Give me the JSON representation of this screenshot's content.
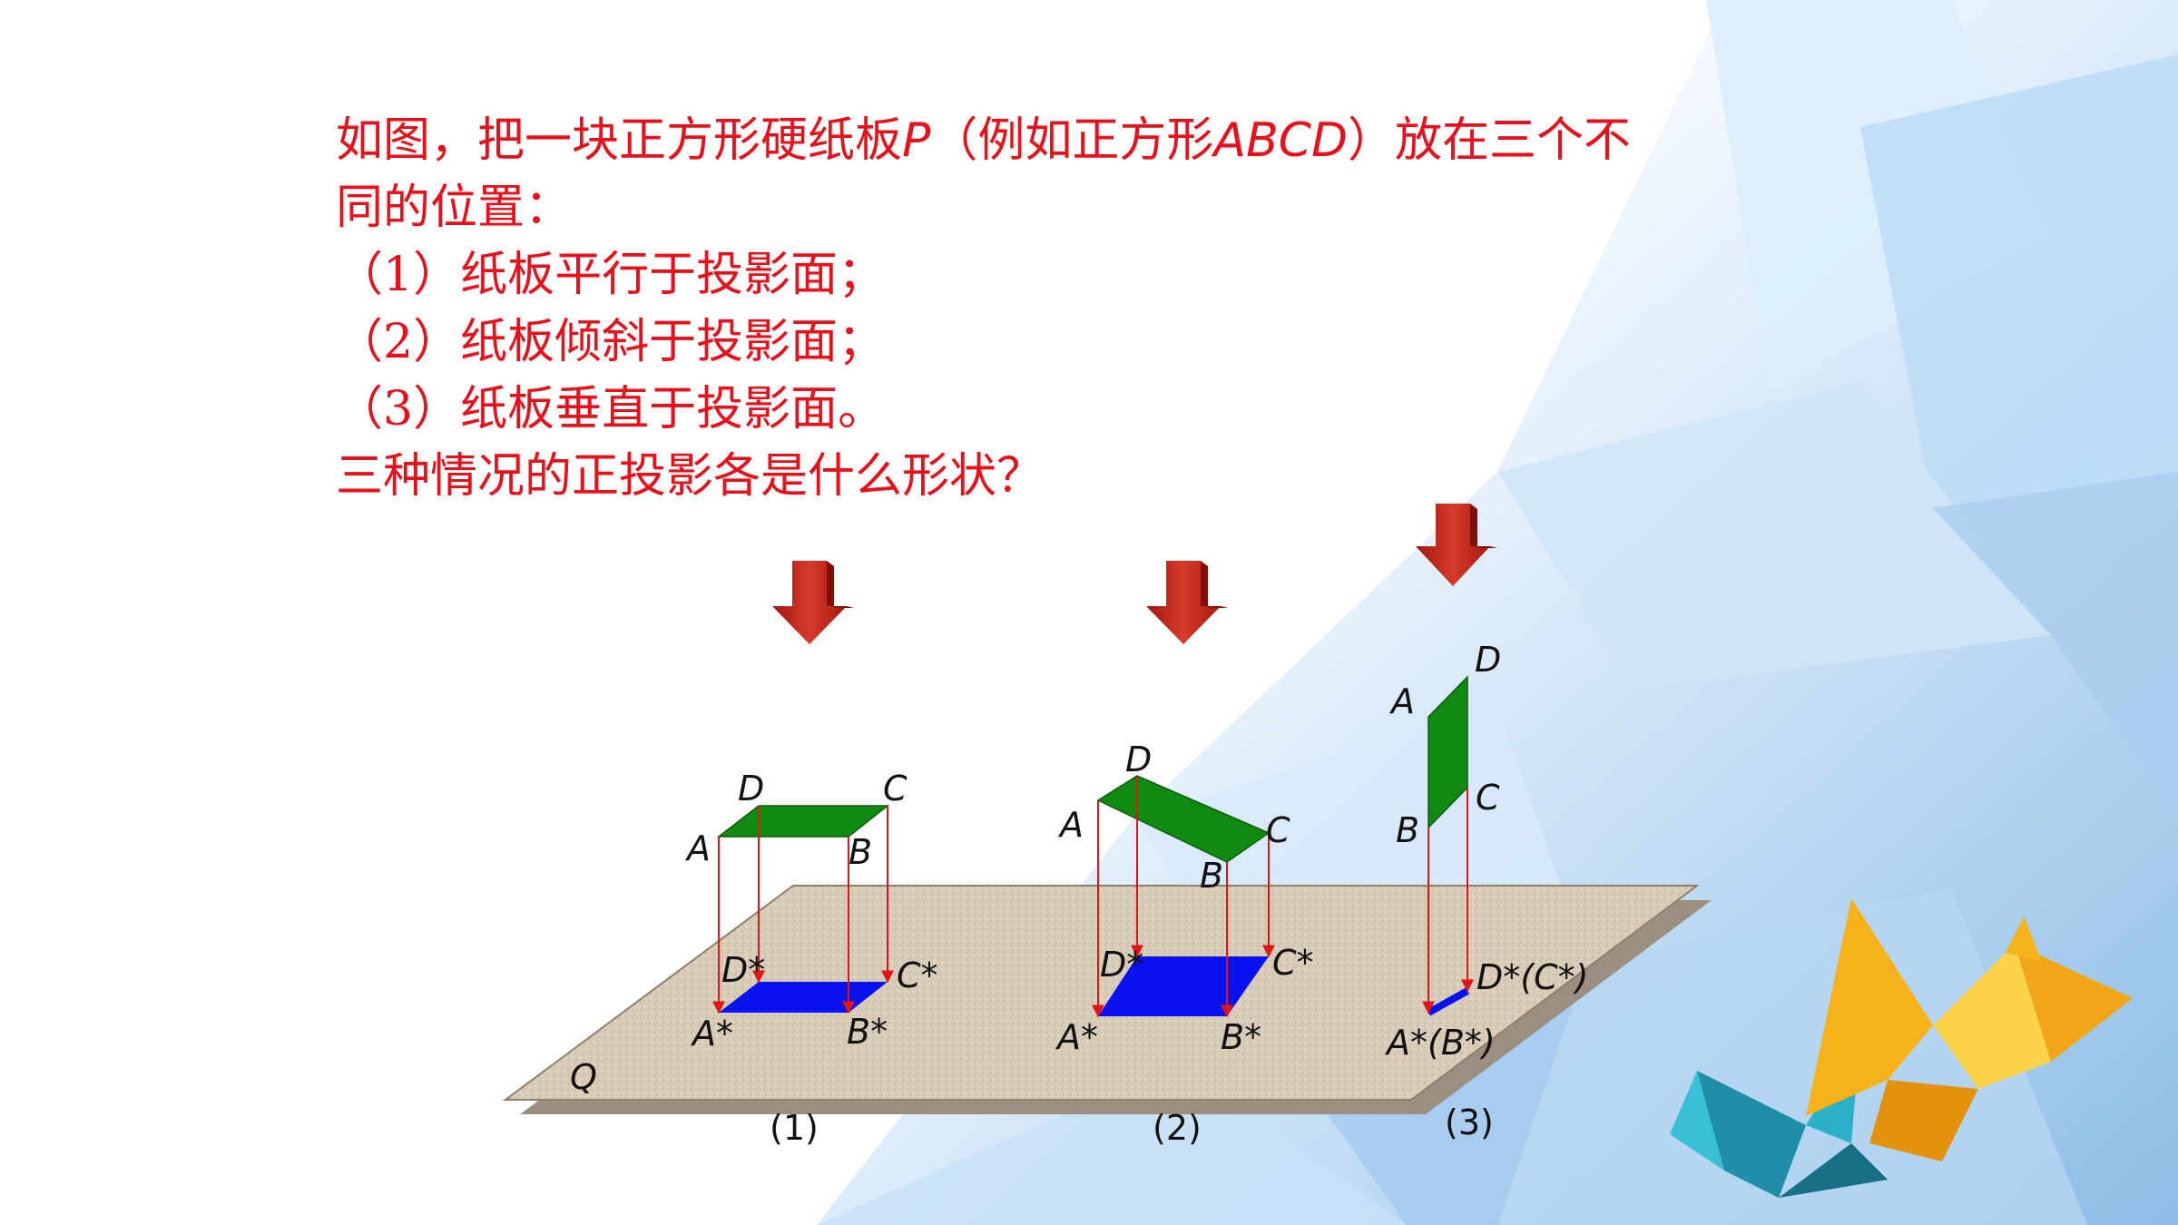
{
  "problem": {
    "line1_a": "如图，把一块正方形硬纸板",
    "line1_p": "P",
    "line1_b": "（例如正方形",
    "line1_abcd": "ABCD",
    "line1_c": "）放在三个不",
    "line2": "同的位置：",
    "item1": "（1）纸板平行于投影面；",
    "item2": "（2）纸板倾斜于投影面；",
    "item3": "（3）纸板垂直于投影面。",
    "question": "三种情况的正投影各是什么形状？"
  },
  "plane_label": "Q",
  "cases": [
    {
      "caption": "(1)",
      "labels": {
        "A": "A",
        "B": "B",
        "C": "C",
        "D": "D",
        "A_star": "A*",
        "B_star": "B*",
        "C_star": "C*",
        "D_star": "D*"
      }
    },
    {
      "caption": "(2)",
      "labels": {
        "A": "A",
        "B": "B",
        "C": "C",
        "D": "D",
        "A_star": "A*",
        "B_star": "B*",
        "C_star": "C*",
        "D_star": "D*"
      }
    },
    {
      "caption": "(3)",
      "labels": {
        "A": "A",
        "B": "B",
        "C": "C",
        "D": "D",
        "AB_star": "A*(B*)",
        "DC_star": "D*(C*)"
      }
    }
  ],
  "colors": {
    "text_red": "#e8101a",
    "board_green": "#118a11",
    "shadow_blue": "#0a12ee",
    "projection_line": "#e01515",
    "arrow_red": "#c8281e",
    "plane_fill": "#d8cbb6"
  }
}
